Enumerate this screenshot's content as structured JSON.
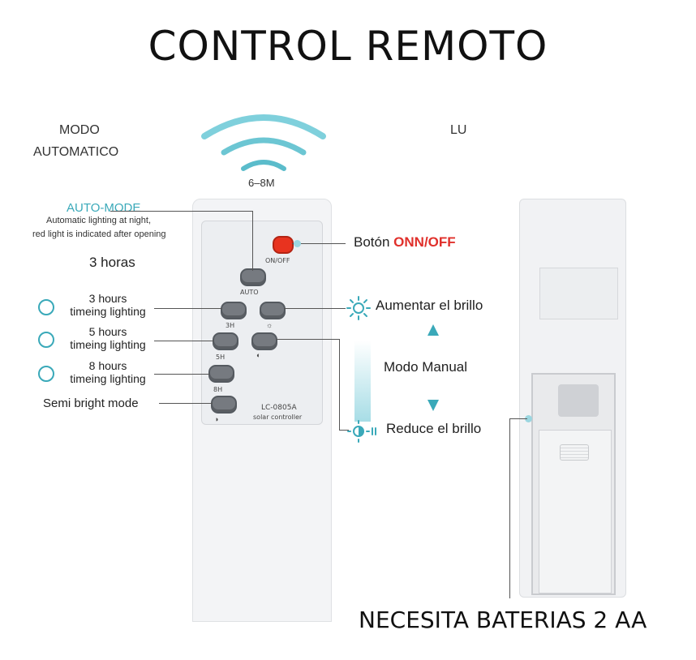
{
  "title": "CONTROL REMOTO",
  "left_heading": {
    "line1": "MODO",
    "line2": "AUTOMATICO"
  },
  "right_heading": "LU",
  "range_label": "6–8M",
  "auto_mode": {
    "title": "AUTO-MODE",
    "desc1": "Automatic lighting at night,",
    "desc2": "red light is indicated after opening",
    "hours": "3 horas"
  },
  "timers": [
    {
      "line1": "3 hours",
      "line2": "timeing lighting"
    },
    {
      "line1": "5 hours",
      "line2": "timeing lighting"
    },
    {
      "line1": "8 hours",
      "line2": "timeing lighting"
    }
  ],
  "semi_bright": "Semi bright mode",
  "remote_labels": {
    "on_off": "ON/OFF",
    "auto": "AUTO",
    "h3": "3H",
    "h5": "5H",
    "h8": "8H",
    "model": "LC-0805A",
    "model_sub": "solar controller"
  },
  "right_labels": {
    "boton": "Botón",
    "onn_off": "ONN/OFF",
    "aumentar": "Aumentar el brillo",
    "modo_manual": "Modo Manual",
    "reduce": "Reduce el brillo"
  },
  "footer": "NECESITA BATERIAS 2 AA",
  "colors": {
    "accent": "#3aa9b9",
    "onoff_red": "#e0302b"
  }
}
